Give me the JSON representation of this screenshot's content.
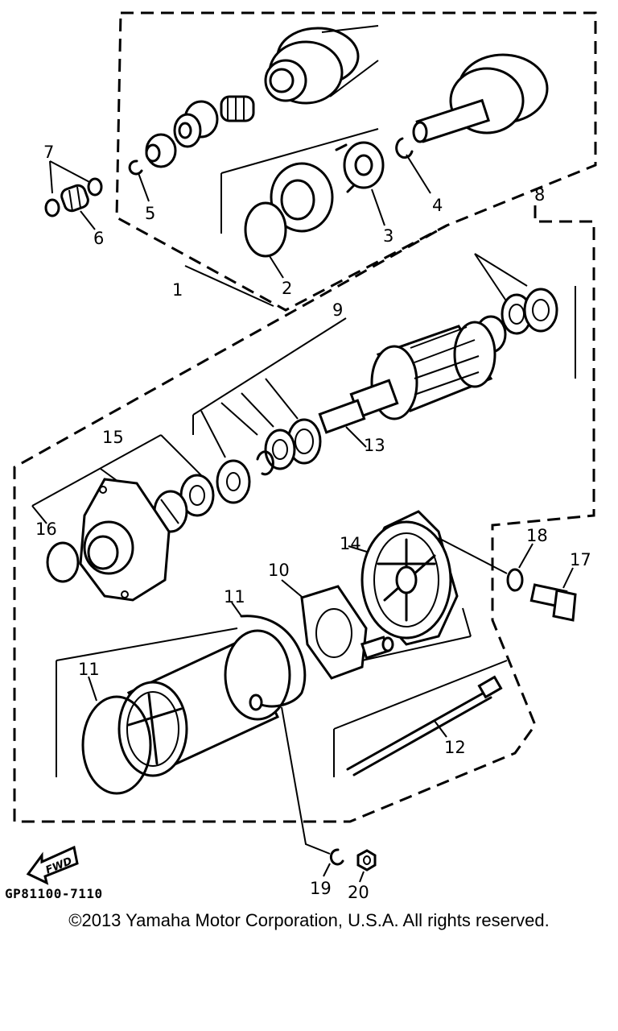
{
  "callouts": [
    {
      "id": "c1",
      "label": "1"
    },
    {
      "id": "c2",
      "label": "2"
    },
    {
      "id": "c3",
      "label": "3"
    },
    {
      "id": "c4",
      "label": "4"
    },
    {
      "id": "c5",
      "label": "5"
    },
    {
      "id": "c6",
      "label": "6"
    },
    {
      "id": "c7",
      "label": "7"
    },
    {
      "id": "c8",
      "label": "8"
    },
    {
      "id": "c9",
      "label": "9"
    },
    {
      "id": "c10",
      "label": "10"
    },
    {
      "id": "c11a",
      "label": "11"
    },
    {
      "id": "c11b",
      "label": "11"
    },
    {
      "id": "c12",
      "label": "12"
    },
    {
      "id": "c13",
      "label": "13"
    },
    {
      "id": "c14",
      "label": "14"
    },
    {
      "id": "c15",
      "label": "15"
    },
    {
      "id": "c16",
      "label": "16"
    },
    {
      "id": "c17",
      "label": "17"
    },
    {
      "id": "c18",
      "label": "18"
    },
    {
      "id": "c19",
      "label": "19"
    },
    {
      "id": "c20",
      "label": "20"
    }
  ],
  "fwd_label": "FWD",
  "drawing_code": "GP81100-7110",
  "copyright": "©2013 Yamaha Motor Corporation, U.S.A. All rights reserved."
}
